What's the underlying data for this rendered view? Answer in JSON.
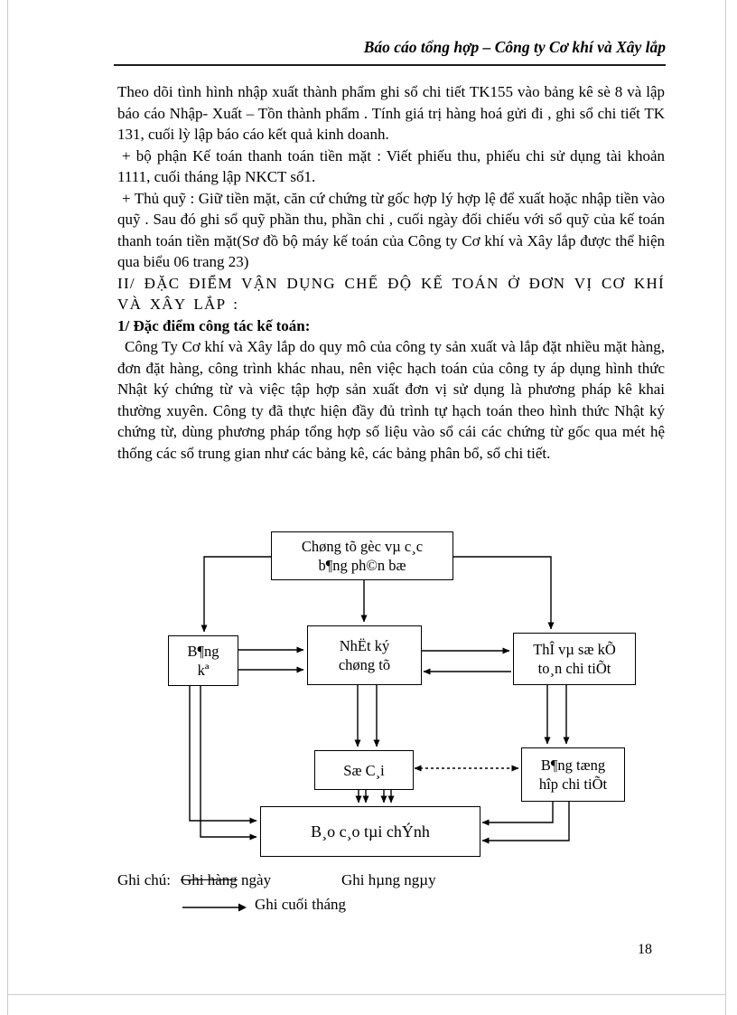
{
  "header": {
    "title": "Báo cáo tổng hợp – Công ty Cơ khí và Xây lắp"
  },
  "paragraphs": {
    "p1": "Theo dõi tình hình nhập xuất thành phẩm ghi sổ chi tiết TK155 vào bảng kê sè 8 và lập báo cáo Nhập- Xuất – Tồn thành phẩm . Tính giá trị hàng hoá gửi đi , ghi sổ chi tiết TK 131, cuối lỳ lập báo cáo kết quả kinh doanh.",
    "p2": "+ bộ phận Kế toán thanh toán tiền mặt : Viết phiếu thu, phiếu chi sử dụng tài khoản 1111, cuối tháng lập NKCT số1.",
    "p3": "+ Thủ quỹ : Giữ tiền mặt, căn cứ chứng từ gốc hợp lý hợp lệ để xuất hoặc nhập tiền vào quỹ . Sau đó ghi sổ quỹ phần thu, phần chi , cuối ngày đối chiếu với sổ quỹ của kế toán thanh toán tiền mặt(Sơ đồ bộ máy kế toán của Công ty Cơ khí và Xây lắp được thể hiện qua biểu 06 trang 23)",
    "heading": "II/ ĐẶC ĐIỂM VẬN DỤNG CHẾ ĐỘ KẾ TOÁN Ở ĐƠN VỊ CƠ KHÍ VÀ XÂY LẮP :",
    "subheading": "1/ Đặc điểm công tác kế toán:",
    "p4": "Công Ty Cơ khí và Xây lắp do quy mô của công ty sản xuất và lắp đặt nhiều mặt hàng, đơn đặt hàng, công trình khác nhau, nên việc hạch toán của công ty áp dụng hình thức Nhật ký chứng từ và việc tập hợp sản xuất đơn vị sử dụng là phương pháp kê khai thường xuyên. Công ty đã thực hiện đầy đủ trình tự hạch toán theo hình thức Nhật ký chứng từ, dùng phương pháp tổng hợp số liệu vào sổ cái các chứng từ gốc qua mét hệ thống các sổ trung gian như các bảng kê, các bảng phân bổ, sổ chi tiết."
  },
  "diagram": {
    "boxes": {
      "source": "Chøng tõ gèc vµ c¸c\nb¶ng ph©n bæ",
      "bang_ke": "B¶ng\nkª",
      "nhat_ky": "NhËt ký\nchøng tõ",
      "the_so": "ThÎ vµ sæ kÕ\nto¸n chi tiÕt",
      "so_cai": "Sæ C¸i",
      "tong_hop": "B¶ng tæng\nhîp chi tiÕt",
      "bao_cao": "B¸o c¸o tµi chÝnh"
    }
  },
  "legend": {
    "label": "Ghi chú:",
    "daily_struck": "Ghi hàng",
    "daily_rest": "ngày",
    "daily_right": "Ghi hµng ngµy",
    "monthly": "Ghi cuối tháng"
  },
  "footer": {
    "page_number": "18"
  }
}
